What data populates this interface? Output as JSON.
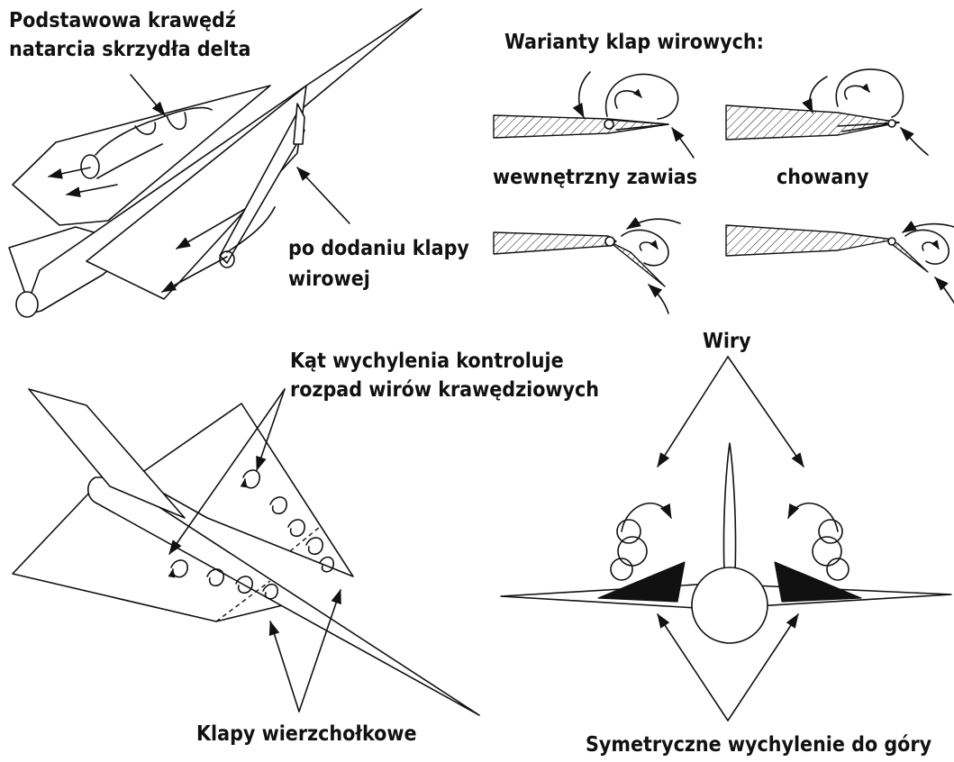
{
  "labels": {
    "leading_edge_1": "Podstawowa krawędź",
    "leading_edge_2": "natarcia skrzydła delta",
    "vortex_flap_1": "po dodaniu klapy",
    "vortex_flap_2": "wirowej",
    "variants_title": "Warianty klap wirowych:",
    "internal_hinge": "wewnętrzny zawias",
    "retractable": "chowany",
    "deflection_1": "Kąt wychylenia kontroluje",
    "deflection_2": "rozpad wirów krawędziowych",
    "tip_flaps": "Klapy wierzchołkowe",
    "vortices": "Wiry",
    "symmetric": "Symetryczne wychylenie do góry"
  },
  "colors": {
    "ink": "#111111",
    "background": "#ffffff"
  }
}
